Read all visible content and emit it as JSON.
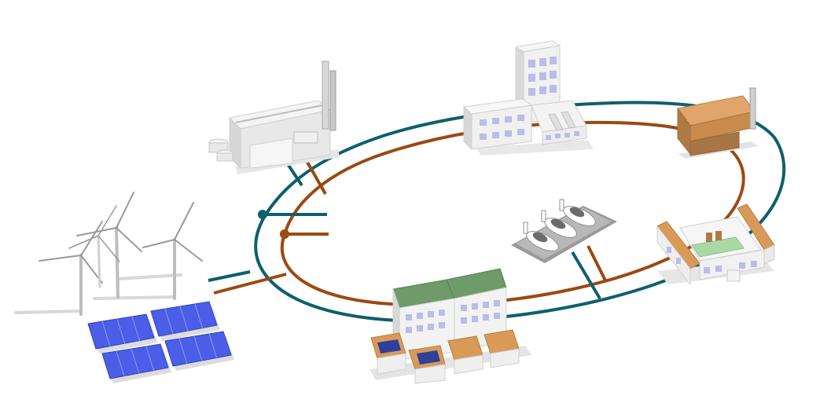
{
  "colors": {
    "background": "#ffffff",
    "network_teal": "#0e5f6e",
    "network_brown": "#9a4a12",
    "solar_panel": "#4a5ee8",
    "green_roof": "#6f9a6a",
    "orange_roof": "#d99a58",
    "window": "#b9bde8",
    "building_light": "#f2f2f2",
    "building_shade": "#d4d4d4"
  },
  "network": {
    "loops": [
      "teal-grid-loop",
      "brown-heat-loop"
    ],
    "junctions": [
      "teal-junction",
      "brown-junction"
    ]
  },
  "nodes": [
    {
      "name": "power-plant-icon"
    },
    {
      "name": "wind-turbines-icon"
    },
    {
      "name": "solar-panels-icon"
    },
    {
      "name": "office-campus-icon"
    },
    {
      "name": "barn-building-icon"
    },
    {
      "name": "u-shaped-building-icon"
    },
    {
      "name": "ev-charging-station-icon"
    },
    {
      "name": "residential-district-icon"
    }
  ]
}
